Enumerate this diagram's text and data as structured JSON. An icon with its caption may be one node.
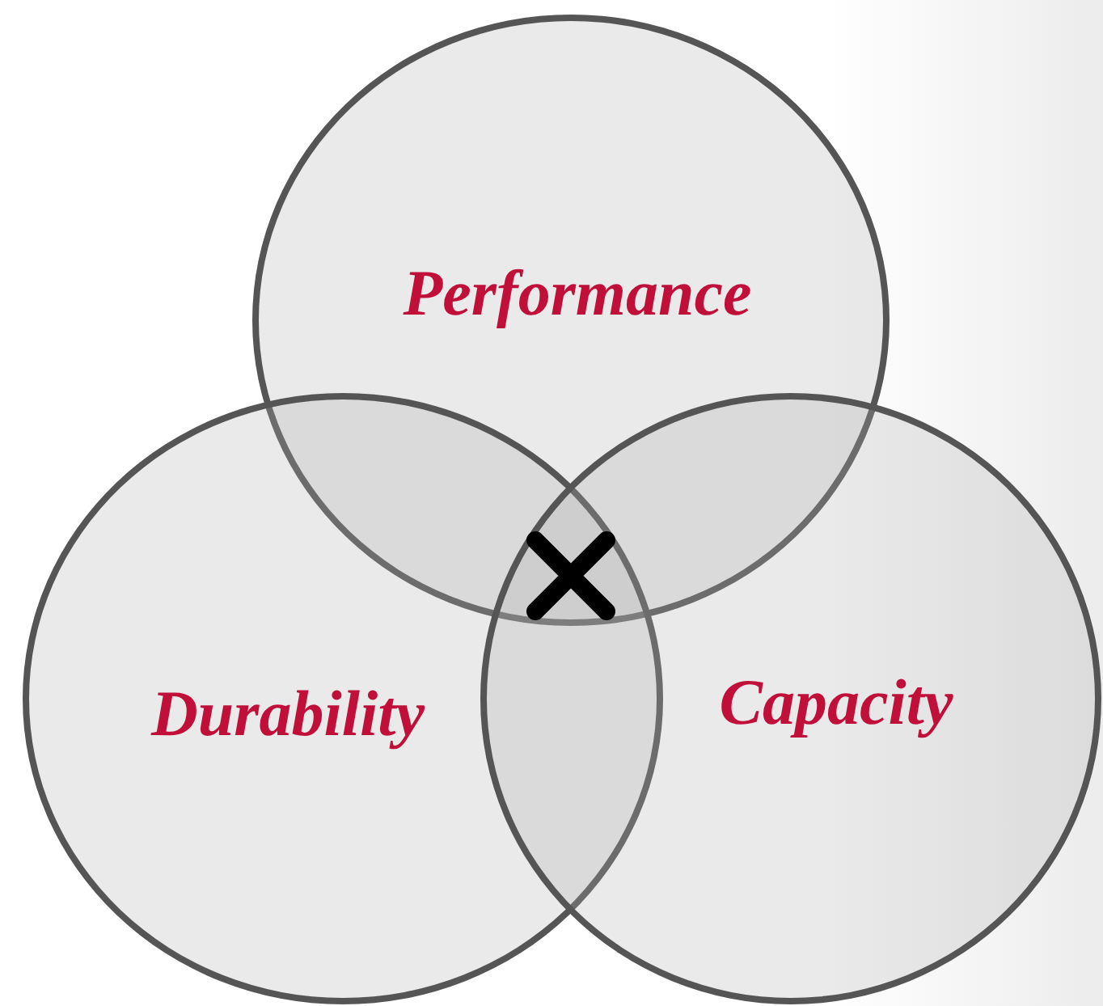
{
  "diagram": {
    "nodes": [
      {
        "text": [
          "Performance"
        ]
      },
      {
        "text": [
          "Durability"
        ]
      },
      {
        "text": [
          "Capacity"
        ]
      }
    ]
  }
}
